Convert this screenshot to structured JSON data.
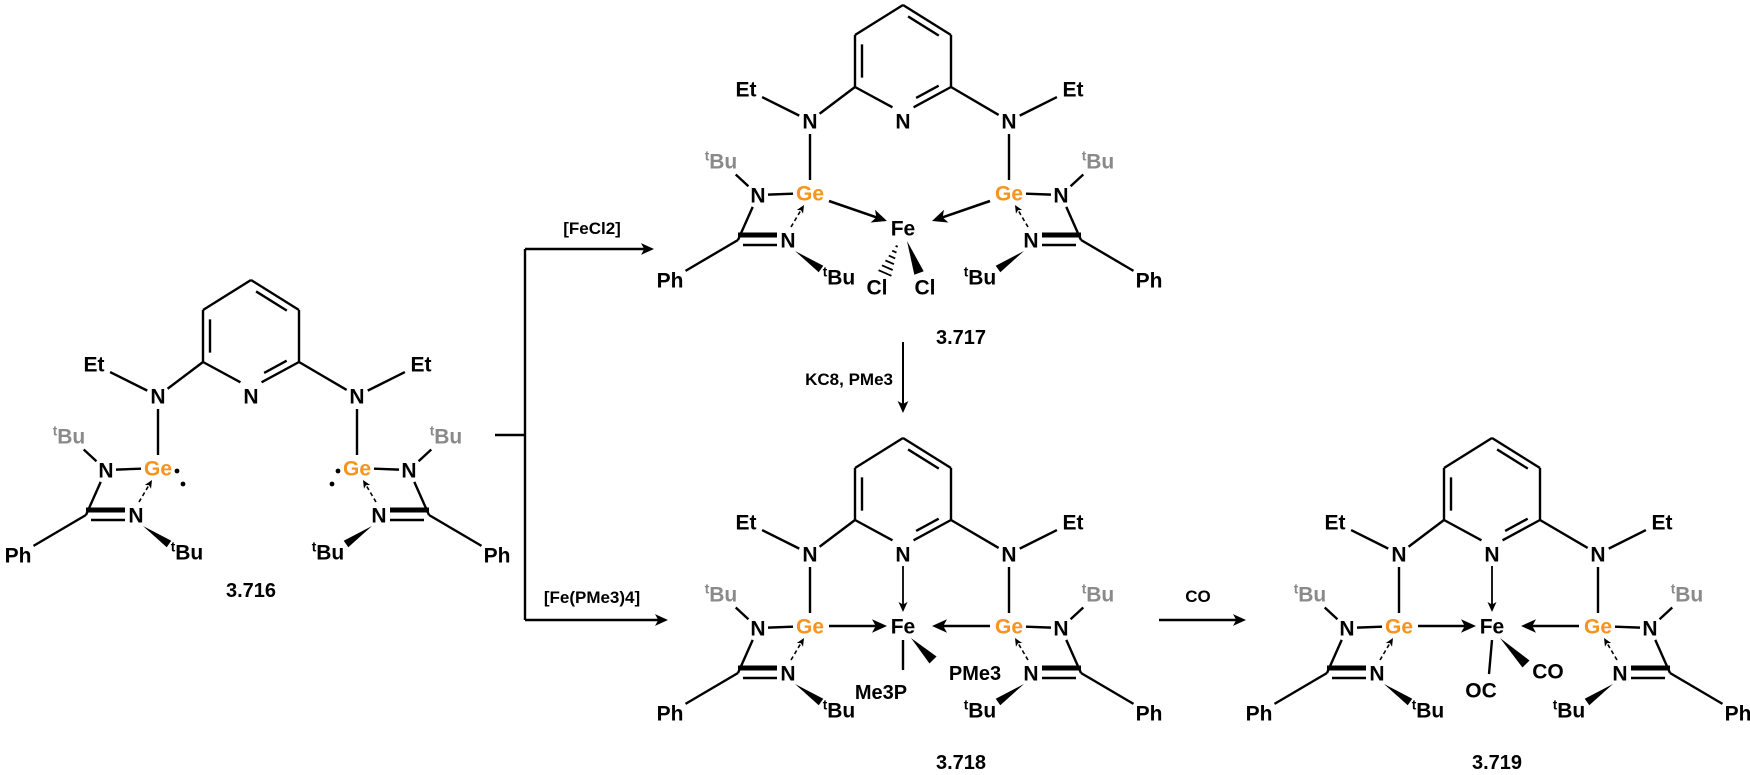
{
  "atoms": {
    "ethyl": "Et",
    "nitrogen": "N",
    "germanium": "Ge",
    "iron": "Fe",
    "tert_butyl": "tBu",
    "phenyl": "Ph"
  },
  "compounds": [
    {
      "label": "3.716",
      "metal": "none",
      "ligands": []
    },
    {
      "label": "3.717",
      "metal": "cl",
      "ligands": [
        "Cl",
        "Cl"
      ]
    },
    {
      "label": "3.718",
      "metal": "pme3",
      "ligands": [
        "Me3P",
        "PMe3"
      ]
    },
    {
      "label": "3.719",
      "metal": "co",
      "ligands": [
        "OC",
        "CO"
      ]
    }
  ],
  "reagents": {
    "fecl2": "[FeCl2]",
    "fepme3": "[Fe(PMe3)4]",
    "kc8": "KC8, PMe3",
    "co": "CO"
  },
  "colors": {
    "germanium": "#F7931E",
    "tert_butyl_grey": "#8A8A8A",
    "ink": "#000000"
  }
}
